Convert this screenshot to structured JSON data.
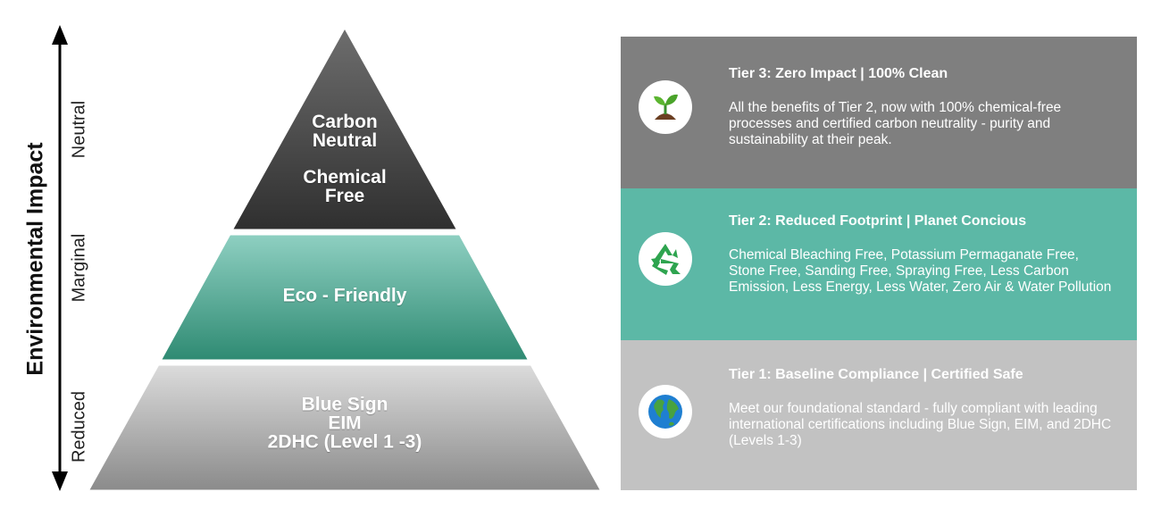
{
  "axis": {
    "title": "Environmental Impact",
    "levels": {
      "top": "Neutral",
      "middle": "Marginal",
      "bottom": "Reduced"
    }
  },
  "pyramid": {
    "top": {
      "lines": [
        "Carbon",
        "Neutral",
        "Chemical",
        "Free"
      ],
      "color": "#3a3a3a"
    },
    "middle": {
      "lines": [
        "Eco - Friendly"
      ],
      "color": "#3d9c85"
    },
    "bottom": {
      "lines": [
        "Blue Sign",
        "EIM",
        "2DHC (Level 1 -3)"
      ],
      "color": "#a6a6a6"
    }
  },
  "tiers": [
    {
      "title": "Tier 3: Zero Impact | 100% Clean",
      "body": "All the benefits of Tier 2, now with 100% chemical-free processes and certified carbon neutrality - purity and sustainability at their peak.",
      "icon": "sprout-icon",
      "color": "#7f7f7f"
    },
    {
      "title": "Tier 2: Reduced Footprint | Planet Concious",
      "body": "Chemical Bleaching Free, Potassium Permaganate Free, Stone Free, Sanding Free, Spraying Free, Less Carbon Emission, Less Energy, Less Water, Zero Air & Water Pollution",
      "icon": "recycle-icon",
      "color": "#5cb8a6"
    },
    {
      "title": "Tier 1: Baseline Compliance | Certified Safe",
      "body": "Meet our foundational standard - fully compliant with leading international certifications including Blue Sign, EIM, and 2DHC (Levels 1-3)",
      "icon": "globe-icon",
      "color": "#c2c2c2"
    }
  ]
}
